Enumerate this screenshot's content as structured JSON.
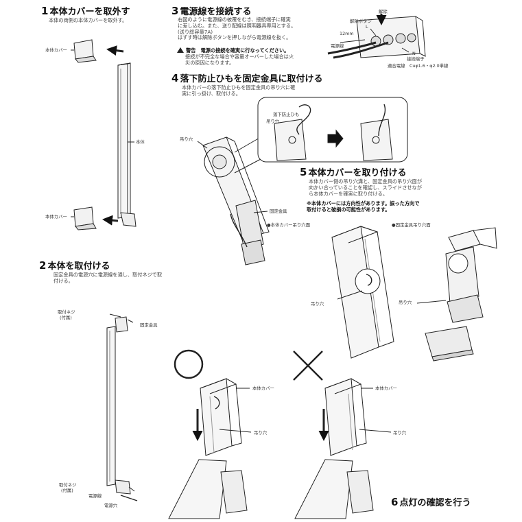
{
  "step1": {
    "num": "1",
    "title": "本体カバーを取外す",
    "body": "本体の両側の本体カバーを取外す。",
    "label_cover_top": "本体カバー",
    "label_body": "本体",
    "label_cover_bottom": "本体カバー"
  },
  "step2": {
    "num": "2",
    "title": "本体を取付ける",
    "body_lines": [
      "固定金具の電源穴に電源線を通し、取付ネジで取",
      "付ける。"
    ],
    "label_screw_top_1": "取付ネジ",
    "label_screw_top_2": "(付属)",
    "label_bracket": "固定金具",
    "label_screw_bottom_1": "取付ネジ",
    "label_screw_bottom_2": "(付属)",
    "label_power_wire": "電源線",
    "label_power_hole": "電源穴"
  },
  "step3": {
    "num": "3",
    "title": "電源線を接続する",
    "body_lines": [
      "右図のように電源線の被覆をむき、接続端子に確実",
      "に差し込む。また、送り配線は照明器具専用とする。",
      "(送り総容量7A)",
      "はずす時は解除ボタンを押しながら電源線を抜く。"
    ],
    "warning_head": "警告　電源の接続を確実に行なってください。",
    "warning_lines": [
      "接続が不完全な場合や容量オーバーした場合は火",
      "災の原因になります。"
    ],
    "label_release_button": "解除ボタン",
    "label_release": "解除",
    "label_12mm": "12mm",
    "label_power_wire": "電源線",
    "label_L": "L",
    "label_N": "N",
    "label_terminal": "接続端子",
    "label_wire_spec": "適合電線　Cuφ1.6・φ2.0単線"
  },
  "step4": {
    "num": "4",
    "title": "落下防止ひもを固定金具に取付ける",
    "body_lines": [
      "本体カバーの落下防止ひもを固定金具の吊り穴に確",
      "実に引っ掛け、取付ける。"
    ],
    "label_hang_hole": "吊り穴",
    "label_fall_cord": "落下防止ひも",
    "label_hang_hole_2": "吊り穴",
    "label_bracket": "固定金具"
  },
  "step5": {
    "num": "5",
    "title": "本体カバーを取り付ける",
    "body_lines": [
      "本体カバー側の吊り穴溝と、固定金具の吊り穴面が",
      "向かい合っていることを確認し、スライドさせなが",
      "ら本体カバーを確実に取り付ける。"
    ],
    "note_lines": [
      "※本体カバーには方向性があります。誤った方向で",
      "取付けると破損の可能性があります。"
    ],
    "caption_cover_face": "●本体カバー吊り穴面",
    "caption_bracket_face": "●固定金具吊り穴面",
    "label_hang_hole_a": "吊り穴",
    "label_hang_hole_b": "吊り穴",
    "label_cover_ok": "本体カバー",
    "label_hole_ok": "吊り穴",
    "label_cover_ng": "本体カバー",
    "label_hole_ng": "吊り穴"
  },
  "step6": {
    "num": "6",
    "title": "点灯の確認を行う"
  }
}
